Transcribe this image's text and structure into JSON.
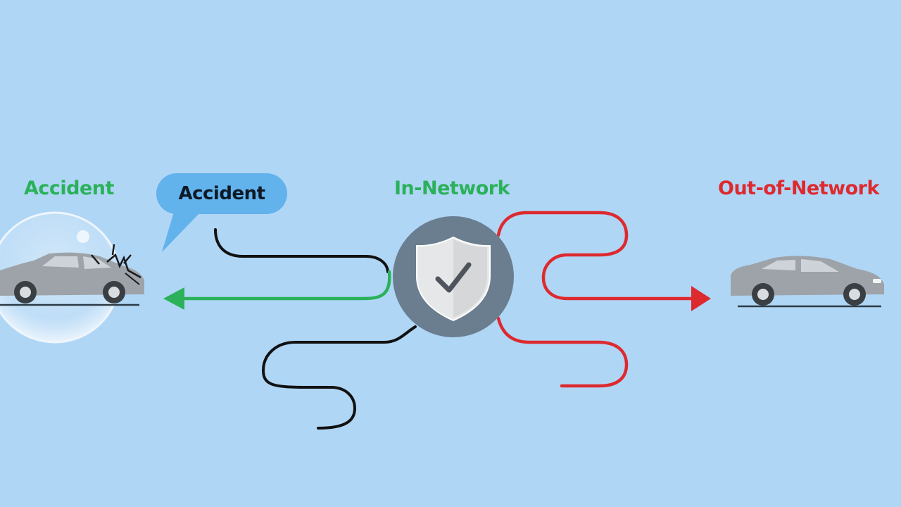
{
  "labels": {
    "accident_left": "Accident",
    "speech_bubble": "Accident",
    "in_network": "In-Network",
    "out_of_network": "Out-of-Network"
  },
  "colors": {
    "background": "#b0d6f6",
    "in_network": "#2bb15a",
    "out_of_network": "#dd2a2f",
    "neutral_line": "#111111",
    "bubble": "#62b2ec",
    "shield_circle": "#6b7e90",
    "car_body": "#9da3a8"
  },
  "icons": {
    "left_car": "damaged-car-icon",
    "right_car": "car-icon",
    "center": "shield-check-icon"
  }
}
